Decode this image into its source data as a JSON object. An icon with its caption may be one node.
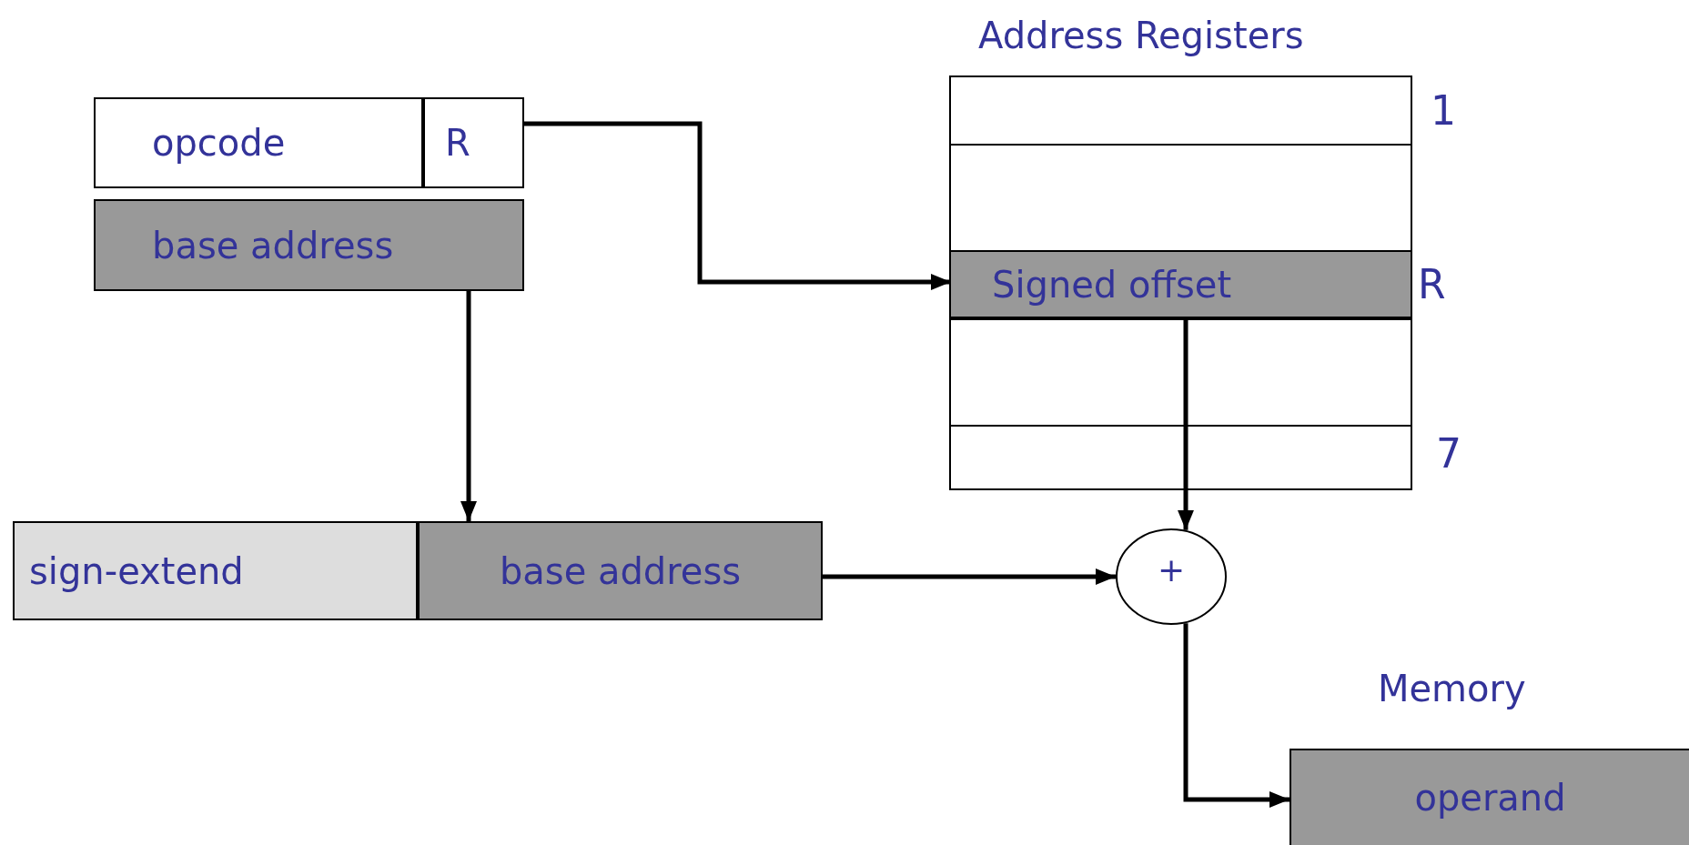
{
  "diagram": {
    "nodes": [
      {
        "text": [
          "opcode"
        ]
      },
      {
        "text": [
          "R"
        ]
      },
      {
        "text": [
          "base address"
        ]
      },
      {
        "text": [
          "Address Registers"
        ]
      },
      {
        "text": [
          "Signed offset"
        ],
        "in": 3,
        "beside": [
          "R"
        ]
      },
      {
        "text": [
          "sign-extend"
        ]
      },
      {
        "text": [
          "base address"
        ]
      },
      {
        "text": [
          "+"
        ]
      },
      {
        "text": [
          "Memory",
          "operand"
        ]
      }
    ],
    "edges": [
      {
        "from": 1,
        "to": 4,
        "arrow": "to"
      },
      {
        "from": 2,
        "to": 6,
        "arrow": "to"
      },
      {
        "from": 6,
        "to": 7,
        "arrow": "to"
      },
      {
        "from": 4,
        "to": 7,
        "arrow": "to"
      },
      {
        "from": 7,
        "to": 8,
        "arrow": "to"
      }
    ],
    "labels": [
      "1",
      "7"
    ]
  }
}
